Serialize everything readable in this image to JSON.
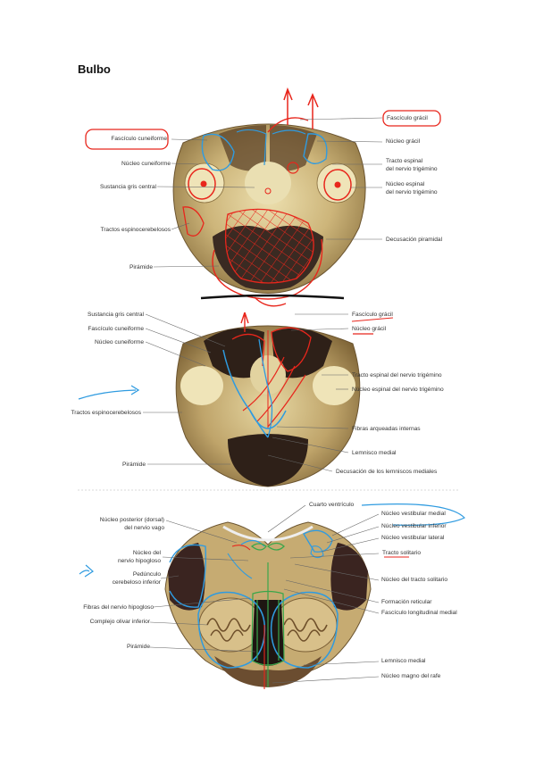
{
  "page": {
    "title": "Bulbo"
  },
  "figures": [
    {
      "id": "fig1",
      "labels": [
        "Fascículo grácil",
        "Fascículo cuneiforme",
        "Núcleo grácil",
        "Núcleo cuneiforme",
        "Tracto espinal",
        "del nervio trigémino",
        "Sustancia gris central",
        "Núcleo espinal",
        "del nervio trigémino",
        "Tractos espinocerebelosos",
        "Decusación piramidal",
        "Pirámide"
      ]
    },
    {
      "id": "fig2",
      "labels": [
        "Sustancia gris central",
        "Fascículo grácil",
        "Fascículo cuneiforme",
        "Núcleo grácil",
        "Núcleo cuneiforme",
        "Tracto espinal del nervio trigémino",
        "Núcleo espinal del nervio trigémino",
        "Tractos espinocerebelosos",
        "Fibras arqueadas internas",
        "Lemnisco medial",
        "Pirámide",
        "Decusación de los lemniscos mediales"
      ]
    },
    {
      "id": "fig3",
      "labels": [
        "Cuarto ventrículo",
        "Núcleo posterior (dorsal)",
        "del nervio vago",
        "Núcleo vestibular medial",
        "Núcleo vestibular inferior",
        "Núcleo vestibular lateral",
        "Núcleo del",
        "nervio hipogloso",
        "Tracto solitario",
        "Pedúnculo",
        "cerebeloso inferior",
        "Núcleo del tracto solitario",
        "Formación reticular",
        "Fibras del nervio hipogloso",
        "Fascículo longitudinal medial",
        "Complejo olivar inferior",
        "Pirámide",
        "Lemnisco medial",
        "Núcleo magno del rafe"
      ]
    }
  ],
  "colors": {
    "annotation_red": "#e8261c",
    "annotation_blue": "#2f9be0",
    "annotation_green": "#3aa64a",
    "tissue_light": "#e4d6a4",
    "tissue_mid": "#a78a4e",
    "tissue_dark": "#3a2a22"
  }
}
